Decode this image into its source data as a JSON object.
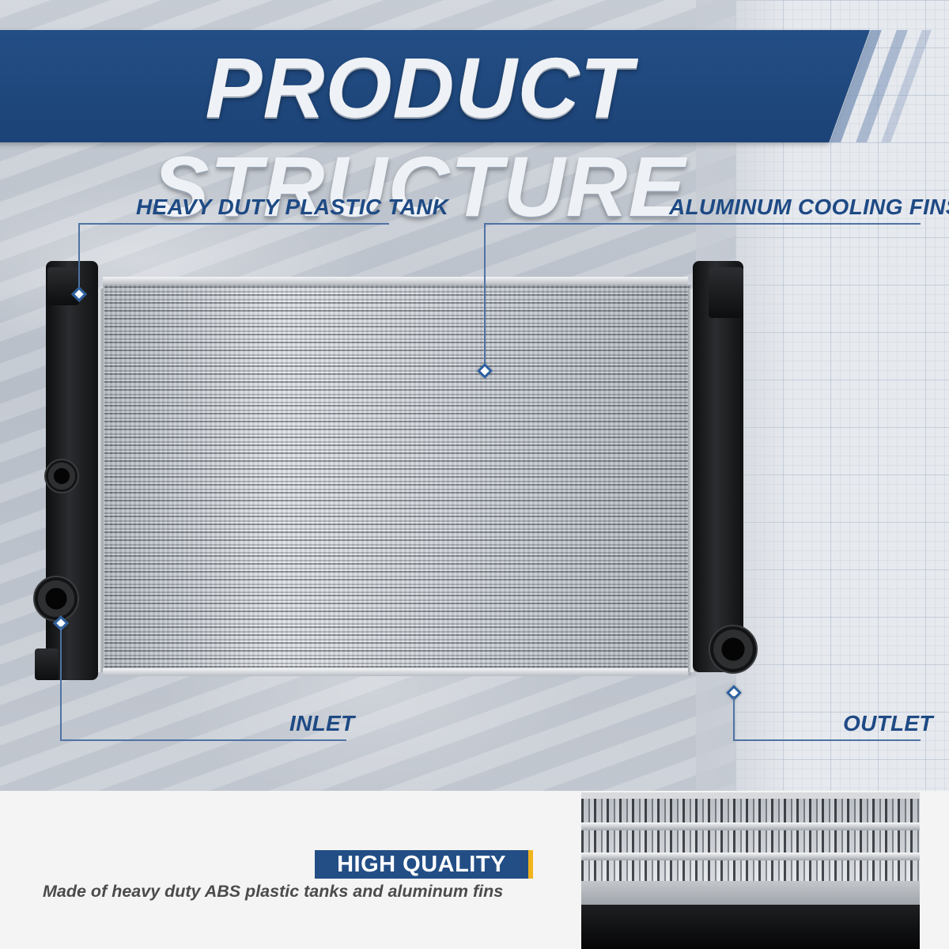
{
  "header": {
    "title": "PRODUCT STRUCTURE"
  },
  "callouts": {
    "tank": "HEAVY DUTY PLASTIC TANK",
    "fins": "ALUMINUM COOLING FINS",
    "inlet": "INLET",
    "outlet": "OUTLET"
  },
  "feature": {
    "badge": "HIGH QUALITY",
    "description": "Made of heavy duty ABS plastic tanks and aluminum fins"
  },
  "colors": {
    "brand_blue": "#234e85",
    "label_blue": "#1e4a84",
    "accent_yellow": "#f2b31c"
  }
}
